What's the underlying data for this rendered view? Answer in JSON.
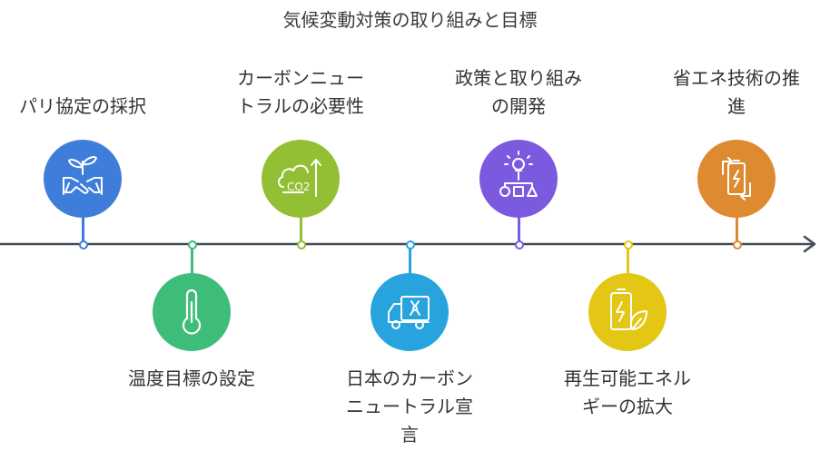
{
  "title": "気候変動対策の取り組みと目標",
  "colors": {
    "axis": "#444b55",
    "blue": "#3f7ddb",
    "green": "#3dbd79",
    "lime": "#93bf34",
    "sky": "#27a4dd",
    "purple": "#7c5ae0",
    "yellow": "#e3c714",
    "orange": "#dd8a31"
  },
  "milestones": [
    {
      "label_lines": [
        "パリ協定の採択"
      ],
      "icon": "plant-handshake-icon",
      "color": "blue"
    },
    {
      "label_lines": [
        "温度目標の設定"
      ],
      "icon": "thermometer-icon",
      "color": "green"
    },
    {
      "label_lines": [
        "カーボンニュー",
        "トラルの必要性"
      ],
      "icon": "cloud-co2-icon",
      "color": "lime",
      "icon_text": "CO2"
    },
    {
      "label_lines": [
        "日本のカーボン",
        "ニュートラル宣",
        "言"
      ],
      "icon": "radiation-truck-icon",
      "color": "sky"
    },
    {
      "label_lines": [
        "政策と取り組み",
        "の開発"
      ],
      "icon": "lightbulb-flowchart-icon",
      "color": "purple"
    },
    {
      "label_lines": [
        "再生可能エネル",
        "ギーの拡大"
      ],
      "icon": "battery-leaf-icon",
      "color": "yellow"
    },
    {
      "label_lines": [
        "省エネ技術の推",
        "進"
      ],
      "icon": "recycle-battery-icon",
      "color": "orange"
    }
  ]
}
